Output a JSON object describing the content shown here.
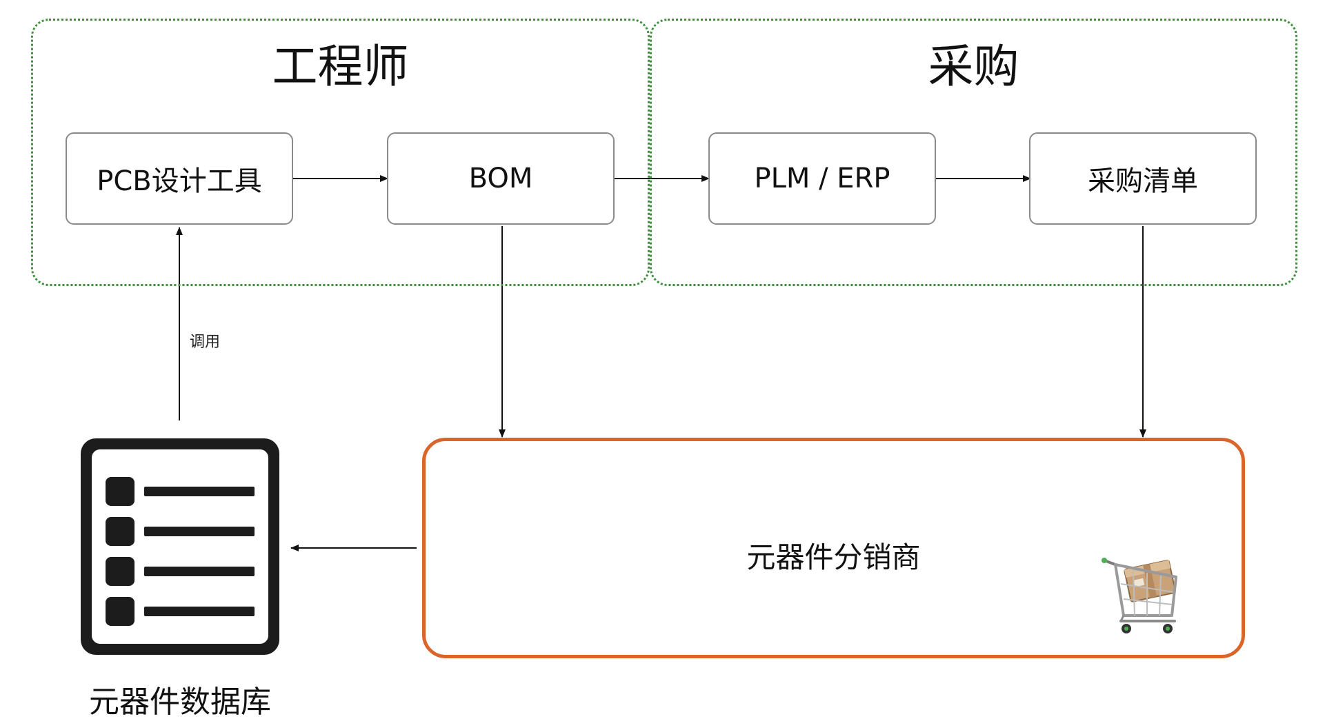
{
  "groups": {
    "engineer": {
      "title": "工程师"
    },
    "purchasing": {
      "title": "采购"
    }
  },
  "nodes": {
    "pcb_tool": "PCB设计工具",
    "bom": "BOM",
    "plm_erp": "PLM / ERP",
    "purchase_list": "采购清单"
  },
  "distributor": {
    "label": "元器件分销商"
  },
  "database": {
    "label": "元器件数据库"
  },
  "edge_labels": {
    "invoke": "调用"
  },
  "colors": {
    "group_border": "#3f8f3f",
    "distributor_border": "#d9652b",
    "node_border": "#8a8a8a",
    "arrow": "#111111"
  },
  "icons": {
    "database": "list-document-icon",
    "distributor": "shopping-cart-icon"
  }
}
